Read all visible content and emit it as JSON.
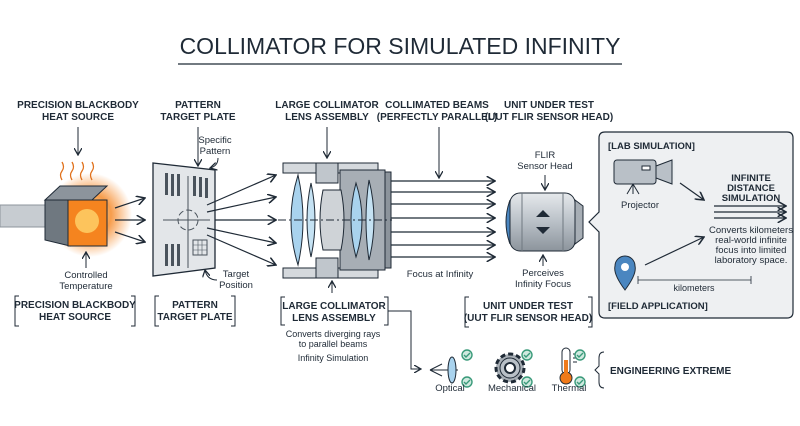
{
  "title": "COLLIMATOR FOR SIMULATED INFINITY",
  "top_labels": [
    {
      "line1": "PRECISION BLACKBODY",
      "line2": "HEAT SOURCE"
    },
    {
      "line1": "PATTERN",
      "line2": "TARGET PLATE"
    },
    {
      "line1": "LARGE COLLIMATOR",
      "line2": "LENS ASSEMBLY"
    },
    {
      "line1": "COLLIMATED BEAMS",
      "line2": "(PERFECTLY PARALLEL)"
    },
    {
      "line1": "UNIT UNDER TEST",
      "line2": "(UUT FLIR SENSOR HEAD)"
    }
  ],
  "annotations": {
    "controlled_temp": {
      "line1": "Controlled",
      "line2": "Temperature"
    },
    "specific_pattern": {
      "line1": "Specific",
      "line2": "Pattern"
    },
    "target_position": {
      "line1": "Target",
      "line2": "Position"
    },
    "focus_infinity": "Focus at Infinity",
    "flir_head": {
      "line1": "FLIR",
      "line2": "Sensor Head"
    },
    "perceives": {
      "line1": "Perceives",
      "line2": "Infinity Focus"
    }
  },
  "bottom_labels": [
    {
      "line1": "PRECISION BLACKBODY",
      "line2": "HEAT SOURCE"
    },
    {
      "line1": "PATTERN",
      "line2": "TARGET PLATE"
    },
    {
      "line1": "LARGE COLLIMATOR",
      "line2": "LENS ASSEMBLY"
    },
    {
      "line1": "UNIT UNDER TEST",
      "line2": "(UUT FLIR SENSOR HEAD)"
    }
  ],
  "lens_notes": {
    "line1": "Converts diverging rays",
    "line2": "to parallel beams",
    "line3": "Infinity Simulation"
  },
  "panel": {
    "lab": "[LAB SIMULATION]",
    "projector": "Projector",
    "infinite": {
      "line1": "INFINITE",
      "line2": "DISTANCE",
      "line3": "SIMULATION"
    },
    "converts": {
      "line1": "Converts kilometers",
      "line2": "real-world infinite",
      "line3": "focus into limited",
      "line4": "laboratory space."
    },
    "kilometers": "kilometers",
    "field": "[FIELD APPLICATION]"
  },
  "engineering": {
    "items": [
      "Optical",
      "Mechanical",
      "Thermal"
    ],
    "label": "ENGINEERING EXTREME"
  },
  "colors": {
    "ink": "#1f2a36",
    "heat": "#f07a1a",
    "lens": "#a9d3ee",
    "check": "#3a9a7a",
    "pin": "#4a86c0"
  }
}
